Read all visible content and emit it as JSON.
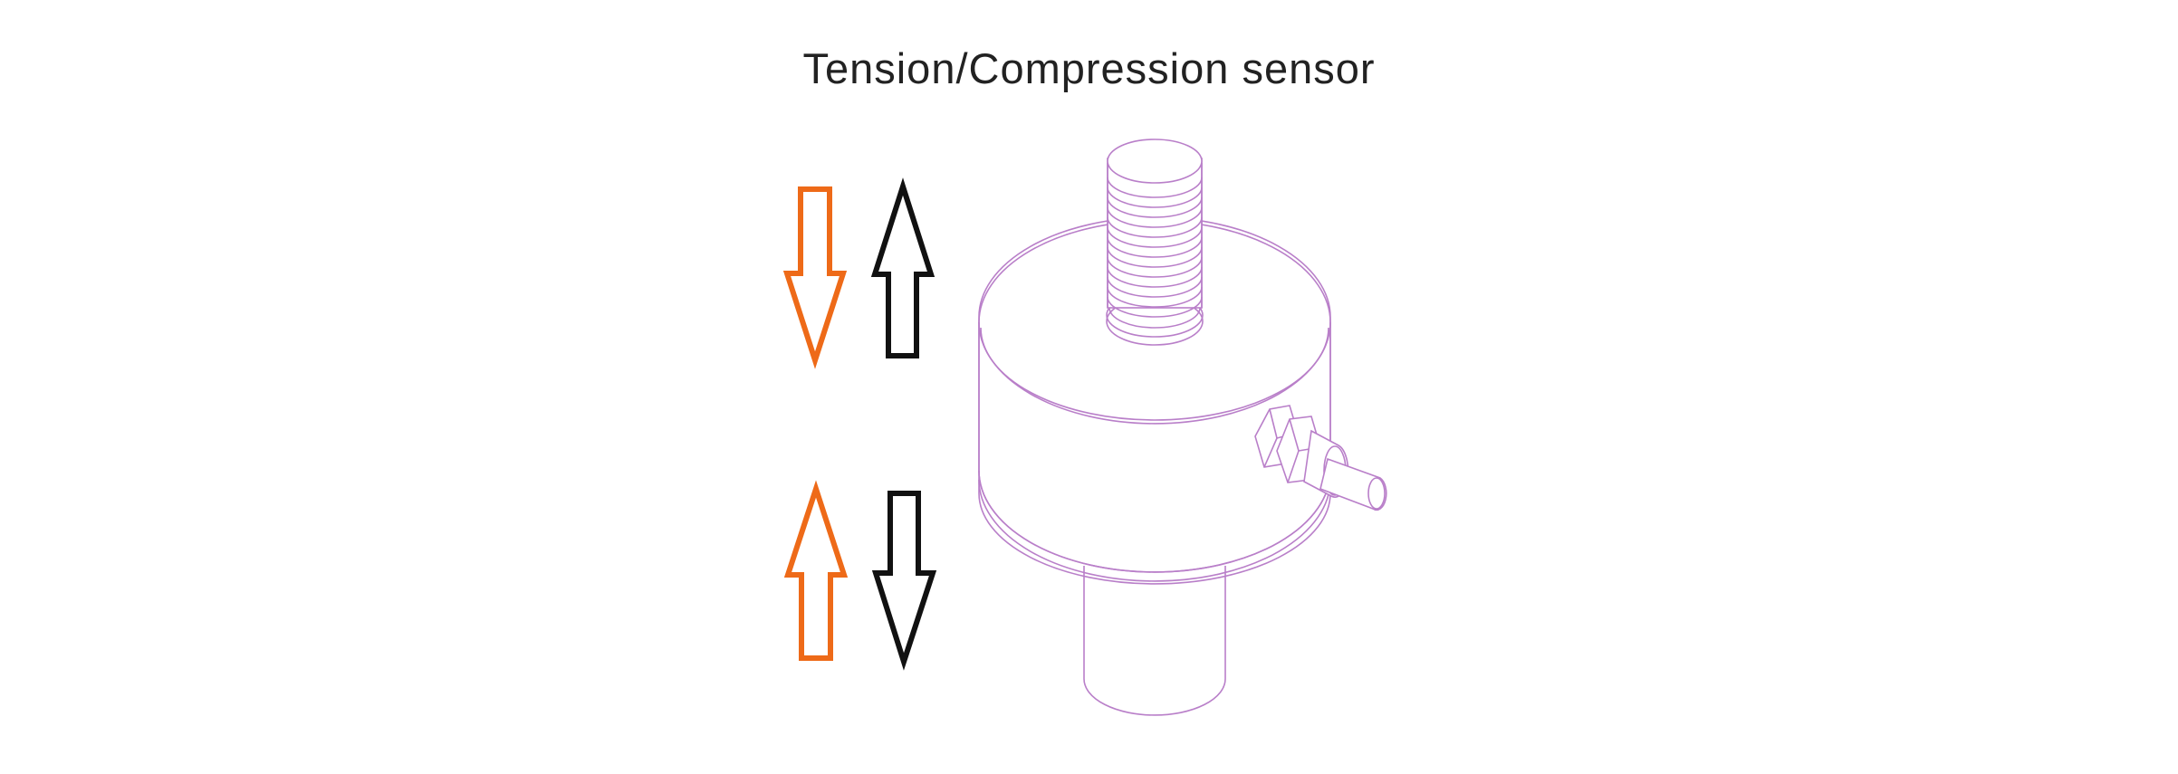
{
  "title": "Tension/Compression sensor",
  "colors": {
    "background": "#ffffff",
    "title_text": "#222222",
    "sensor_outline": "#b97fc9",
    "compression_arrows": "#ee6a18",
    "tension_arrows": "#111111"
  },
  "arrows": [
    {
      "id": "top-orange",
      "direction": "down",
      "color": "compression_arrows"
    },
    {
      "id": "top-black",
      "direction": "up",
      "color": "tension_arrows"
    },
    {
      "id": "bottom-orange",
      "direction": "up",
      "color": "compression_arrows"
    },
    {
      "id": "bottom-black",
      "direction": "down",
      "color": "tension_arrows"
    }
  ]
}
